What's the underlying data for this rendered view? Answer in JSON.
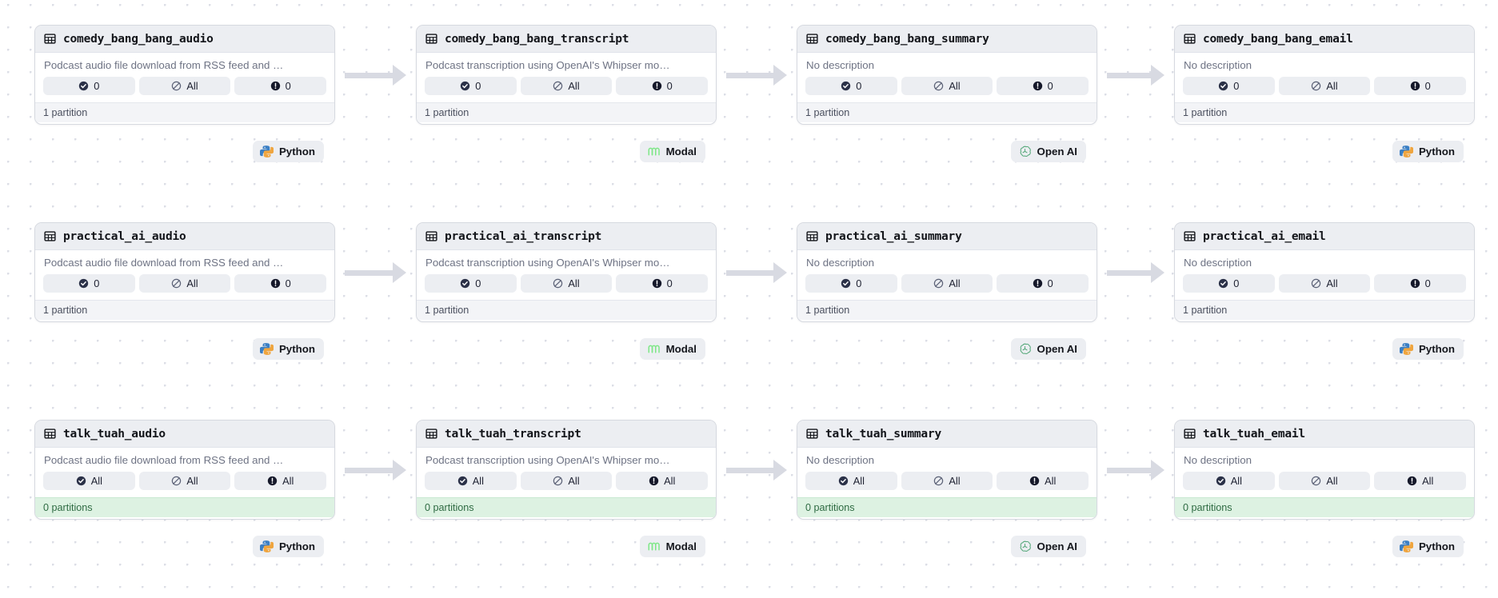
{
  "graph": {
    "background": "#ffffff",
    "dot_color": "#dcdee6",
    "edge_color": "#d8dae2",
    "empty_footer_bg": "#ddf2e2",
    "empty_footer_text": "#2f6b43",
    "descriptions": {
      "audio": "Podcast audio file download from RSS feed and …",
      "transcript": "Podcast transcription using OpenAI's Whipser mo…",
      "none": "No description"
    },
    "rows": [
      {
        "id": "comedy_bang_bang",
        "nodes": [
          {
            "title": "comedy_bang_bang_audio",
            "description": "Podcast audio file download from RSS feed and …",
            "pills": [
              {
                "icon": "check-circle-icon",
                "value": "0"
              },
              {
                "icon": "slash-circle-icon",
                "value": "All"
              },
              {
                "icon": "alert-circle-icon",
                "value": "0"
              }
            ],
            "footer": "1 partition",
            "empty": false,
            "badge": {
              "label": "Python",
              "icon": "python-icon"
            }
          },
          {
            "title": "comedy_bang_bang_transcript",
            "description": "Podcast transcription using OpenAI's Whipser mo…",
            "pills": [
              {
                "icon": "check-circle-icon",
                "value": "0"
              },
              {
                "icon": "slash-circle-icon",
                "value": "All"
              },
              {
                "icon": "alert-circle-icon",
                "value": "0"
              }
            ],
            "footer": "1 partition",
            "empty": false,
            "badge": {
              "label": "Modal",
              "icon": "modal-icon"
            }
          },
          {
            "title": "comedy_bang_bang_summary",
            "description": "No description",
            "pills": [
              {
                "icon": "check-circle-icon",
                "value": "0"
              },
              {
                "icon": "slash-circle-icon",
                "value": "All"
              },
              {
                "icon": "alert-circle-icon",
                "value": "0"
              }
            ],
            "footer": "1 partition",
            "empty": false,
            "badge": {
              "label": "Open AI",
              "icon": "openai-icon"
            }
          },
          {
            "title": "comedy_bang_bang_email",
            "description": "No description",
            "pills": [
              {
                "icon": "check-circle-icon",
                "value": "0"
              },
              {
                "icon": "slash-circle-icon",
                "value": "All"
              },
              {
                "icon": "alert-circle-icon",
                "value": "0"
              }
            ],
            "footer": "1 partition",
            "empty": false,
            "badge": {
              "label": "Python",
              "icon": "python-icon"
            }
          }
        ]
      },
      {
        "id": "practical_ai",
        "nodes": [
          {
            "title": "practical_ai_audio",
            "description": "Podcast audio file download from RSS feed and …",
            "pills": [
              {
                "icon": "check-circle-icon",
                "value": "0"
              },
              {
                "icon": "slash-circle-icon",
                "value": "All"
              },
              {
                "icon": "alert-circle-icon",
                "value": "0"
              }
            ],
            "footer": "1 partition",
            "empty": false,
            "badge": {
              "label": "Python",
              "icon": "python-icon"
            }
          },
          {
            "title": "practical_ai_transcript",
            "description": "Podcast transcription using OpenAI's Whipser mo…",
            "pills": [
              {
                "icon": "check-circle-icon",
                "value": "0"
              },
              {
                "icon": "slash-circle-icon",
                "value": "All"
              },
              {
                "icon": "alert-circle-icon",
                "value": "0"
              }
            ],
            "footer": "1 partition",
            "empty": false,
            "badge": {
              "label": "Modal",
              "icon": "modal-icon"
            }
          },
          {
            "title": "practical_ai_summary",
            "description": "No description",
            "pills": [
              {
                "icon": "check-circle-icon",
                "value": "0"
              },
              {
                "icon": "slash-circle-icon",
                "value": "All"
              },
              {
                "icon": "alert-circle-icon",
                "value": "0"
              }
            ],
            "footer": "1 partition",
            "empty": false,
            "badge": {
              "label": "Open AI",
              "icon": "openai-icon"
            }
          },
          {
            "title": "practical_ai_email",
            "description": "No description",
            "pills": [
              {
                "icon": "check-circle-icon",
                "value": "0"
              },
              {
                "icon": "slash-circle-icon",
                "value": "All"
              },
              {
                "icon": "alert-circle-icon",
                "value": "0"
              }
            ],
            "footer": "1 partition",
            "empty": false,
            "badge": {
              "label": "Python",
              "icon": "python-icon"
            }
          }
        ]
      },
      {
        "id": "talk_tuah",
        "nodes": [
          {
            "title": "talk_tuah_audio",
            "description": "Podcast audio file download from RSS feed and …",
            "pills": [
              {
                "icon": "check-circle-icon",
                "value": "All"
              },
              {
                "icon": "slash-circle-icon",
                "value": "All"
              },
              {
                "icon": "alert-circle-icon",
                "value": "All"
              }
            ],
            "footer": "0 partitions",
            "empty": true,
            "badge": {
              "label": "Python",
              "icon": "python-icon"
            }
          },
          {
            "title": "talk_tuah_transcript",
            "description": "Podcast transcription using OpenAI's Whipser mo…",
            "pills": [
              {
                "icon": "check-circle-icon",
                "value": "All"
              },
              {
                "icon": "slash-circle-icon",
                "value": "All"
              },
              {
                "icon": "alert-circle-icon",
                "value": "All"
              }
            ],
            "footer": "0 partitions",
            "empty": true,
            "badge": {
              "label": "Modal",
              "icon": "modal-icon"
            }
          },
          {
            "title": "talk_tuah_summary",
            "description": "No description",
            "pills": [
              {
                "icon": "check-circle-icon",
                "value": "All"
              },
              {
                "icon": "slash-circle-icon",
                "value": "All"
              },
              {
                "icon": "alert-circle-icon",
                "value": "All"
              }
            ],
            "footer": "0 partitions",
            "empty": true,
            "badge": {
              "label": "Open AI",
              "icon": "openai-icon"
            }
          },
          {
            "title": "talk_tuah_email",
            "description": "No description",
            "pills": [
              {
                "icon": "check-circle-icon",
                "value": "All"
              },
              {
                "icon": "slash-circle-icon",
                "value": "All"
              },
              {
                "icon": "alert-circle-icon",
                "value": "All"
              }
            ],
            "footer": "0 partitions",
            "empty": true,
            "badge": {
              "label": "Python",
              "icon": "python-icon"
            }
          }
        ]
      }
    ]
  }
}
